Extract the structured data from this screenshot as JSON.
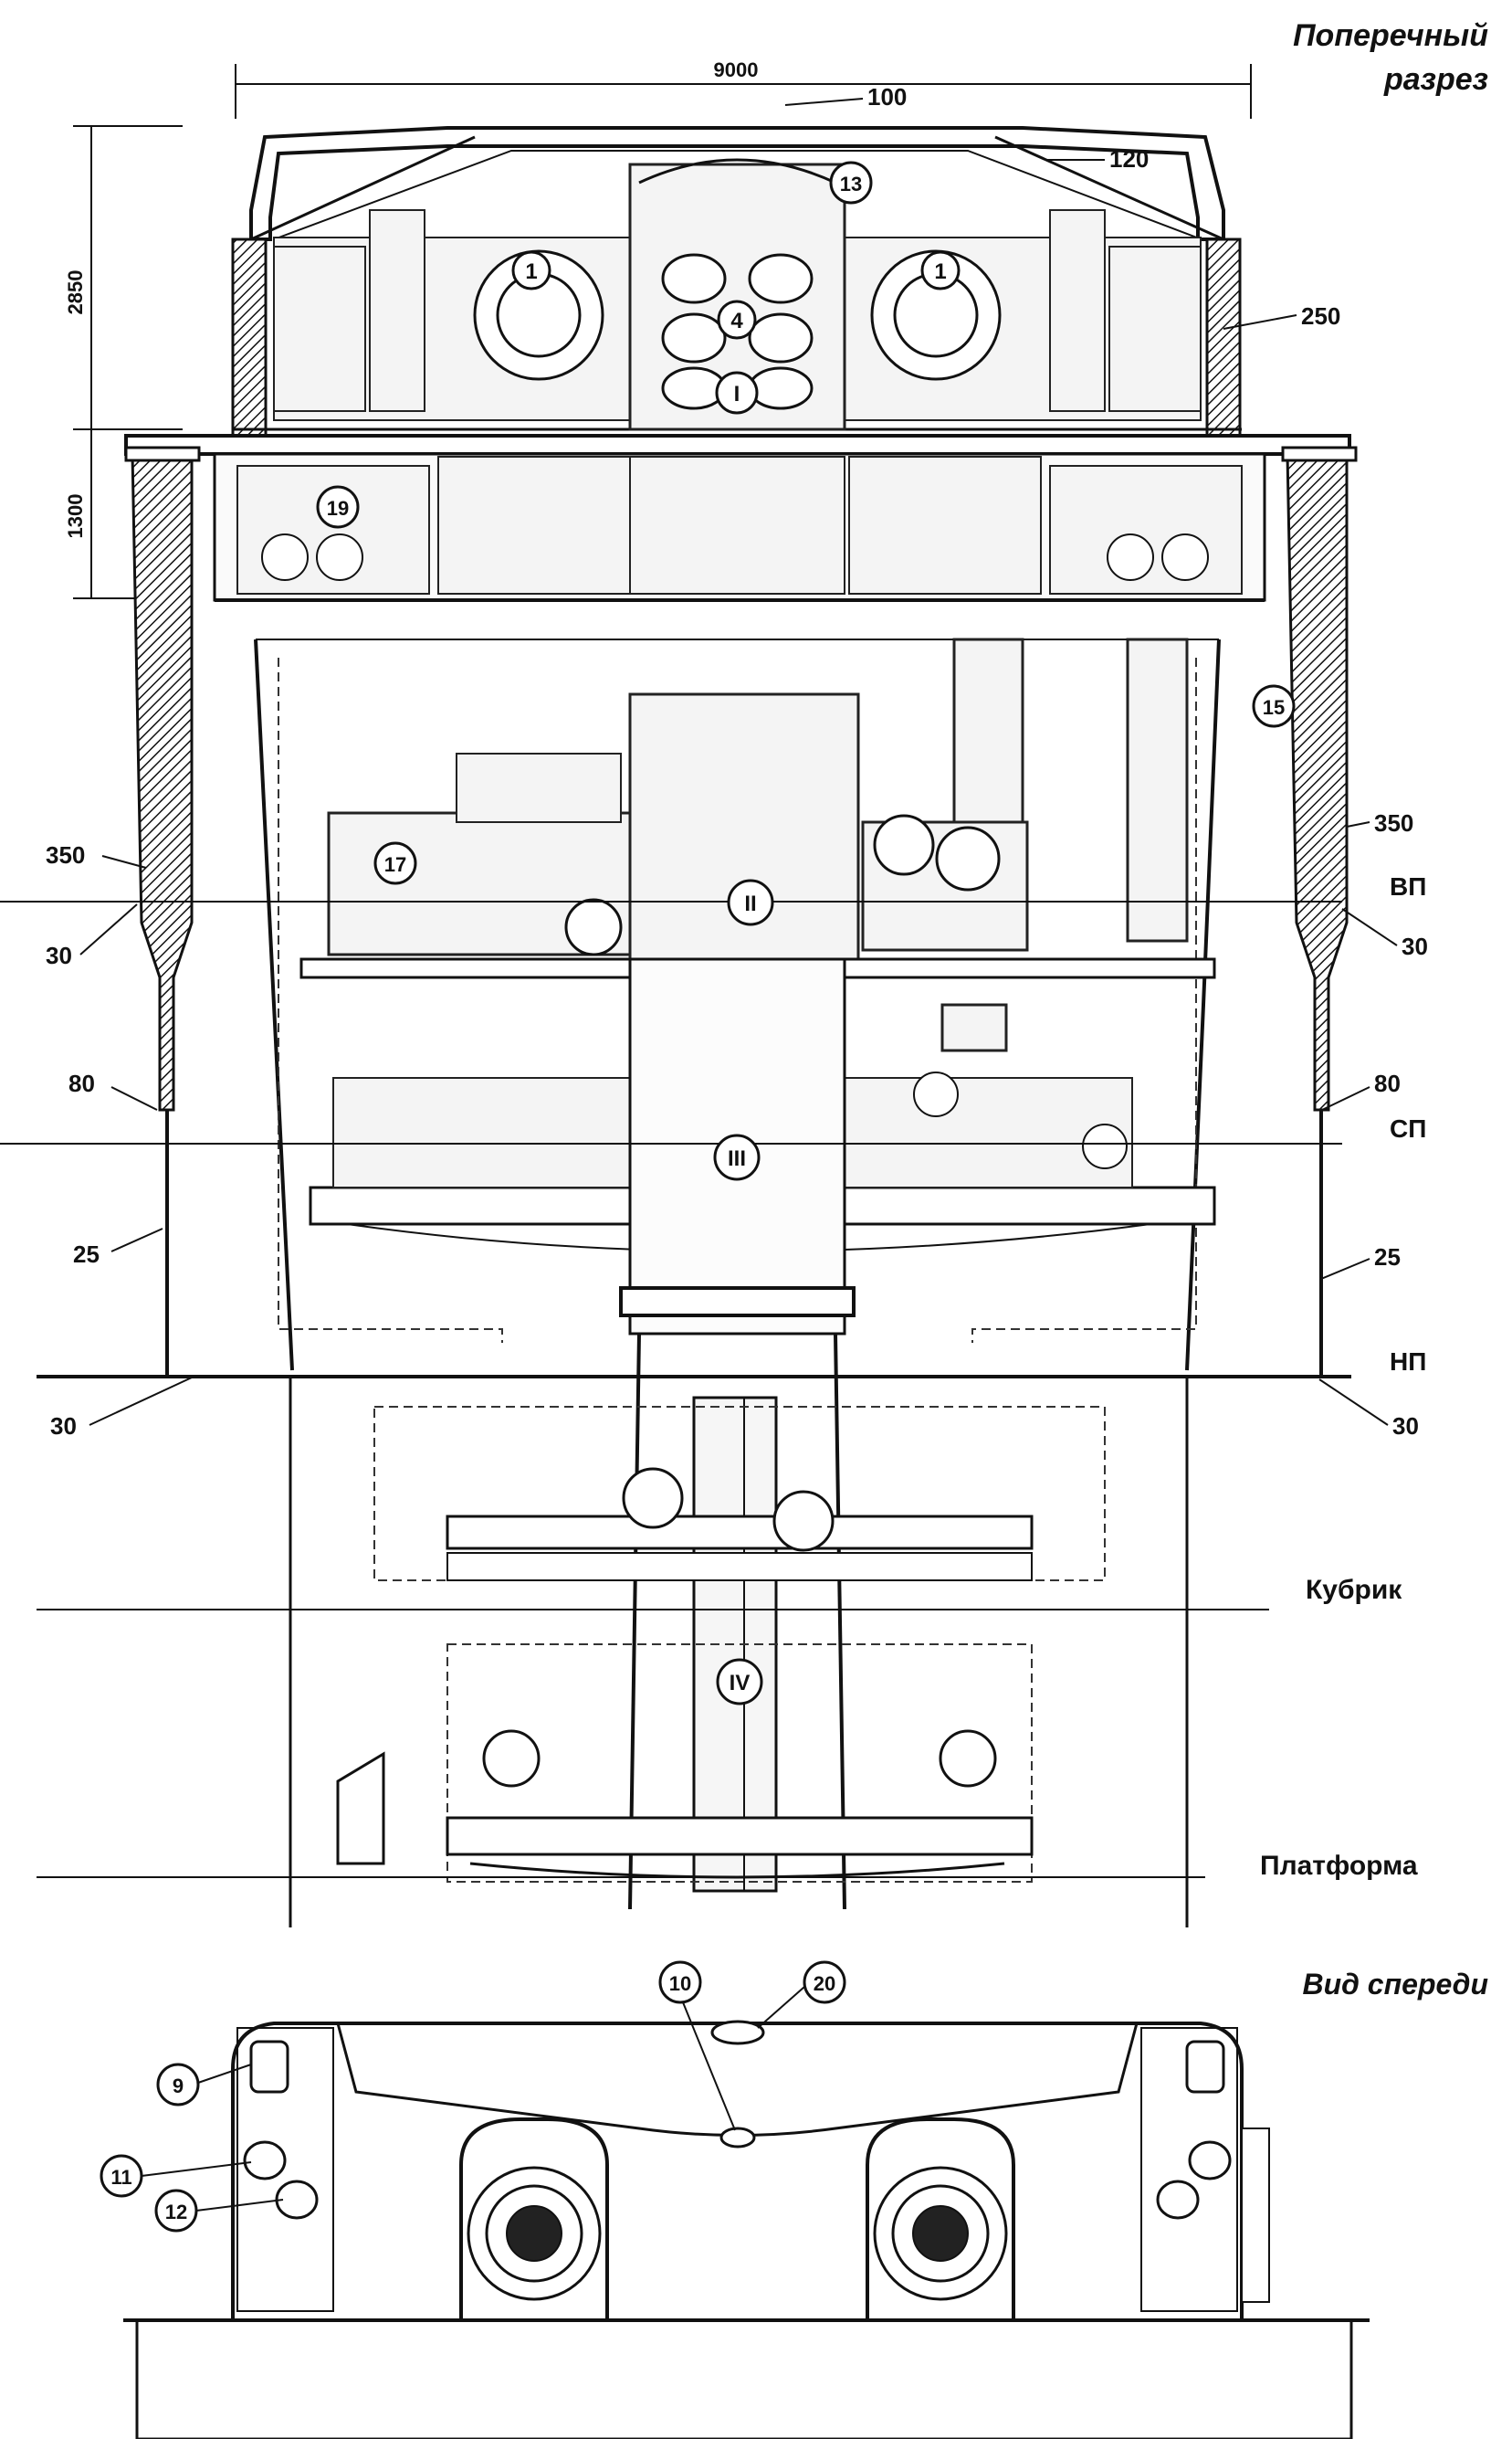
{
  "titles": {
    "section": [
      "Поперечный",
      "разрез"
    ],
    "front": "Вид спереди"
  },
  "dimensions": {
    "width": "9000",
    "height_upper": "2850",
    "height_lower": "1300"
  },
  "deck_labels": {
    "upper": "ВП",
    "middle": "СП",
    "lower": "НП",
    "crew": "Кубрик",
    "platform": "Платформа"
  },
  "thickness_labels": {
    "roof_center": "100",
    "roof_side": "120",
    "side_wall": "250",
    "barbette_left": "350",
    "barbette_right": "350",
    "joint_left_upper": "30",
    "joint_right_upper": "30",
    "mid_left": "80",
    "mid_right": "80",
    "lower_left": "25",
    "lower_right": "25",
    "joint_left_lower": "30",
    "joint_right_lower": "30"
  },
  "callouts_section": {
    "gun_left": "1",
    "gun_right": "1",
    "center_4": "4",
    "item_13": "13",
    "item_19": "19",
    "item_15": "15",
    "item_17": "17"
  },
  "roman_markers": {
    "r1": "I",
    "r2": "II",
    "r3": "III",
    "r4": "IV"
  },
  "callouts_front": {
    "c9": "9",
    "c10": "10",
    "c20": "20",
    "c11": "11",
    "c12": "12"
  }
}
